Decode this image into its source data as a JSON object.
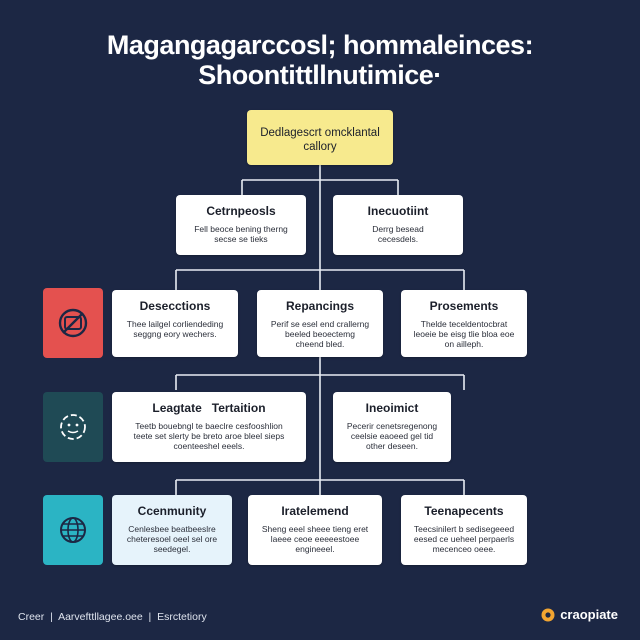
{
  "title": {
    "line1": "Magangagarccosl;  hommaleinces:",
    "line2": "Shoontittllnutimice·"
  },
  "root": {
    "label": "Dedlagescrt omcklantal\ncallory"
  },
  "level1": [
    {
      "title": "Cetrnpeosls",
      "desc": "Fell beoce bening therng\nsecse se tieks"
    },
    {
      "title": "Inecuotiint",
      "desc": "Derrg besead\ncecesdels."
    }
  ],
  "level2": [
    {
      "title": "Desecctions",
      "desc": "Thee lailgel corliendeding\nseggng eory wechers."
    },
    {
      "title": "Repancings",
      "desc": "Perif se esel end crallerng\nbeeled beoectemg\ncheend bled."
    },
    {
      "title": "Prosements",
      "desc": "Thelde teceldentocbrat\nleoeie be eisg tlie bloa eoe\non ailleph."
    }
  ],
  "level3": [
    {
      "title": "Leagtate   Tertaition",
      "desc": "Teetb bouebngl te baeclre cesfooshlion\nteete set slerty be breto aroe bleel sieps\ncoenteeshel          eeels."
    },
    {
      "title": "Ineoimict",
      "desc": "Pecerir cenetsregenong\nceelsie eaoeed gel tid\nother deseen."
    }
  ],
  "level4": [
    {
      "title": "Ccenmunity",
      "desc": "Cenlesbee beatbeeslre\ncheteresoel oeel sel ore\nseedegel."
    },
    {
      "title": "Iratelemend",
      "desc": "Sheng eeel sheee tieng eret\nlaeee ceoe eeeeestoee\nengineeel."
    },
    {
      "title": "Teenapecents",
      "desc": "Teecsinilert b sedisegeeed\neesed ce ueheel perpaerls\nmecenceo oeee."
    }
  ],
  "footer": {
    "left": "Creer  |  Aarvefttllagee.oee  |  Esrctetiory",
    "brand": "craopiate"
  },
  "colors": {
    "background": "#1c2744",
    "root_fill": "#f7ea8e",
    "side1": "#e4514f",
    "side2": "#1f4a55",
    "side3": "#2bb4c4",
    "brand_icon": "#f2a531"
  },
  "icons": {
    "side1": "crossed-target-icon",
    "side2": "clock-face-icon",
    "side3": "globe-icon",
    "brand": "flower-logo-icon"
  }
}
